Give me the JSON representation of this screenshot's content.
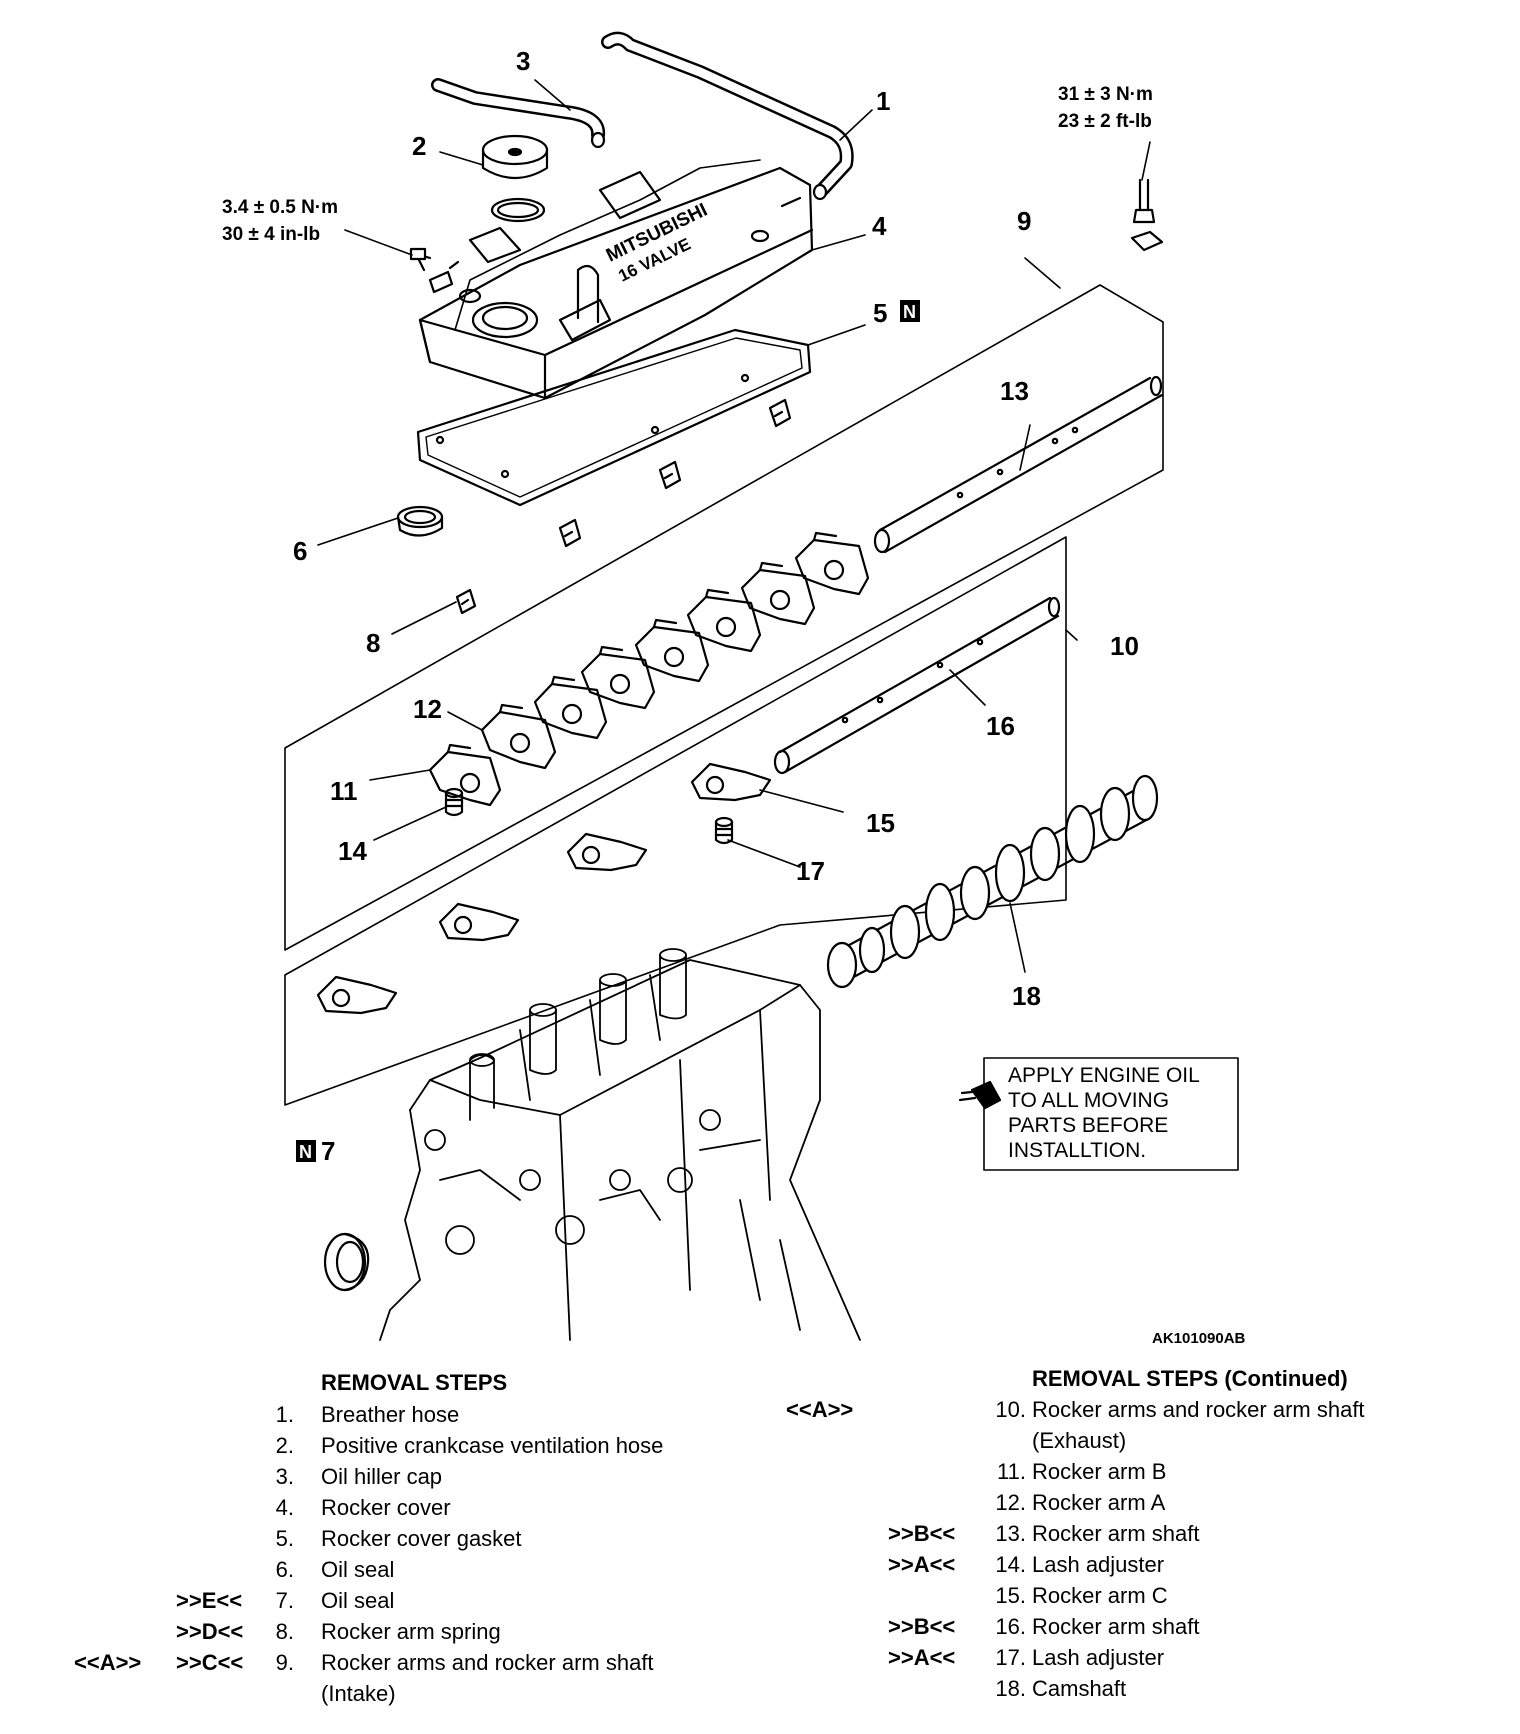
{
  "callouts": {
    "c1": "1",
    "c2": "2",
    "c3": "3",
    "c4": "4",
    "c5": "5",
    "c6": "6",
    "c7": "7",
    "c8": "8",
    "c9": "9",
    "c10": "10",
    "c11": "11",
    "c12": "12",
    "c13": "13",
    "c14": "14",
    "c15": "15",
    "c16": "16",
    "c17": "17",
    "c18": "18"
  },
  "new_part_marker": "N",
  "torque_left": {
    "line1": "3.4 ± 0.5 N·m",
    "line2": "30 ± 4 in-lb"
  },
  "torque_right": {
    "line1": "31 ± 3 N·m",
    "line2": "23 ± 2 ft-lb"
  },
  "cover_emboss": {
    "line1": "MITSUBISHI",
    "line2": "16 VALVE"
  },
  "oil_note": [
    "APPLY ENGINE OIL",
    "TO ALL MOVING",
    "PARTS BEFORE",
    "INSTALLTION."
  ],
  "figure_id": "AK101090AB",
  "removal_steps": {
    "left_title": "REMOVAL STEPS",
    "right_title": "REMOVAL STEPS (Continued)",
    "left": [
      {
        "pre1": "",
        "pre2": "",
        "num": "1.",
        "text": "Breather hose"
      },
      {
        "pre1": "",
        "pre2": "",
        "num": "2.",
        "text": "Positive crankcase ventilation hose"
      },
      {
        "pre1": "",
        "pre2": "",
        "num": "3.",
        "text": "Oil hiller cap"
      },
      {
        "pre1": "",
        "pre2": "",
        "num": "4.",
        "text": "Rocker cover"
      },
      {
        "pre1": "",
        "pre2": "",
        "num": "5.",
        "text": "Rocker cover gasket"
      },
      {
        "pre1": "",
        "pre2": "",
        "num": "6.",
        "text": "Oil seal"
      },
      {
        "pre1": "",
        "pre2": ">>E<<",
        "num": "7.",
        "text": "Oil seal"
      },
      {
        "pre1": "",
        "pre2": ">>D<<",
        "num": "8.",
        "text": "Rocker arm spring"
      },
      {
        "pre1": "<<A>>",
        "pre2": ">>C<<",
        "num": "9.",
        "text": "Rocker arms and rocker arm shaft",
        "text2": "(Intake)"
      }
    ],
    "right": [
      {
        "pre1": "<<A>>",
        "pre2": "",
        "num": "10.",
        "text": "Rocker arms and rocker arm shaft",
        "text2": "(Exhaust)"
      },
      {
        "pre1": "",
        "pre2": "",
        "num": "11.",
        "text": "Rocker arm B"
      },
      {
        "pre1": "",
        "pre2": "",
        "num": "12.",
        "text": "Rocker arm A"
      },
      {
        "pre1": "",
        "pre2": ">>B<<",
        "num": "13.",
        "text": "Rocker arm shaft"
      },
      {
        "pre1": "",
        "pre2": ">>A<<",
        "num": "14.",
        "text": "Lash adjuster"
      },
      {
        "pre1": "",
        "pre2": "",
        "num": "15.",
        "text": "Rocker arm C"
      },
      {
        "pre1": "",
        "pre2": ">>B<<",
        "num": "16.",
        "text": "Rocker arm shaft"
      },
      {
        "pre1": "",
        "pre2": ">>A<<",
        "num": "17.",
        "text": "Lash adjuster"
      },
      {
        "pre1": "",
        "pre2": "",
        "num": "18.",
        "text": "Camshaft"
      }
    ]
  }
}
